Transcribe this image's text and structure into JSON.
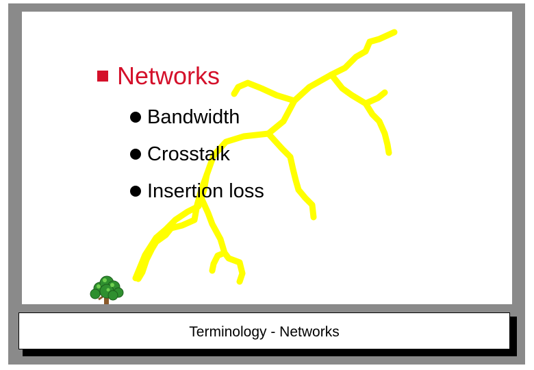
{
  "slide": {
    "title": "Networks",
    "bullets": [
      {
        "label": "Bandwidth"
      },
      {
        "label": "Crosstalk"
      },
      {
        "label": "Insertion loss"
      }
    ]
  },
  "footer": {
    "text": "Terminology - Networks"
  },
  "decor": {
    "lightning_icon": "lightning-bolt-icon",
    "tree_icon": "tree-icon"
  },
  "colors": {
    "border": "#8a8a8a",
    "title": "#d4102a",
    "lightning": "#ffff00",
    "text": "#000000",
    "background": "#ffffff"
  }
}
